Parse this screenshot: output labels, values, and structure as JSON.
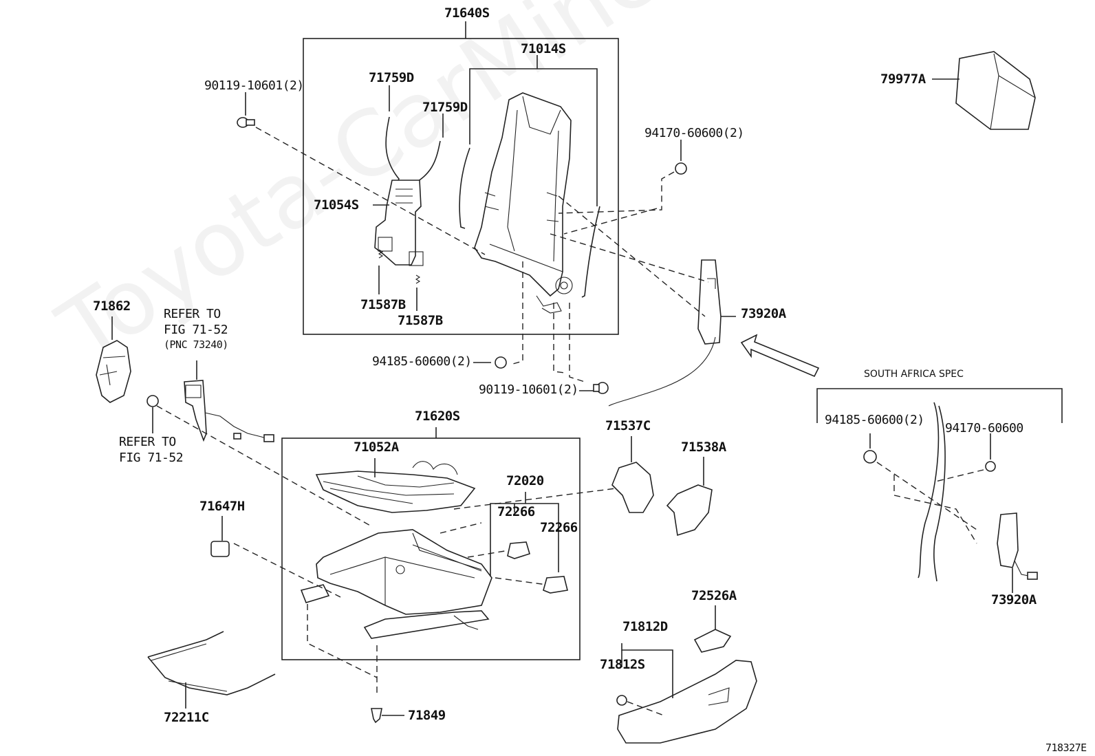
{
  "watermark": "Toyota-CarMine.ru",
  "figure_id": "718327E",
  "labels": {
    "p71640S": "71640S",
    "p71014S": "71014S",
    "p79977A": "79977A",
    "p90119_top": "90119-10601(2)",
    "p71759D_a": "71759D",
    "p71759D_b": "71759D",
    "p94170_top": "94170-60600(2)",
    "p71054S": "71054S",
    "p71587B_a": "71587B",
    "p71587B_b": "71587B",
    "p71862": "71862",
    "refer_a_1": "REFER TO",
    "refer_a_2": "FIG 71-52",
    "refer_a_3": "(PNC 73240)",
    "p73920A_top": "73920A",
    "p94185_mid": "94185-60600(2)",
    "p90119_mid": "90119-10601(2)",
    "refer_b_1": "REFER TO",
    "refer_b_2": "FIG 71-52",
    "p71620S": "71620S",
    "p71052A": "71052A",
    "p71537C": "71537C",
    "p71538A": "71538A",
    "p72020": "72020",
    "p72266_a": "72266",
    "p72266_b": "72266",
    "p71647H": "71647H",
    "south_africa": "SOUTH AFRICA SPEC",
    "p94185_sa": "94185-60600(2)",
    "p94170_sa": "94170-60600",
    "p73920A_sa": "73920A",
    "p72526A": "72526A",
    "p71812D": "71812D",
    "p71812S": "71812S",
    "p72211C": "72211C",
    "p71849": "71849"
  }
}
